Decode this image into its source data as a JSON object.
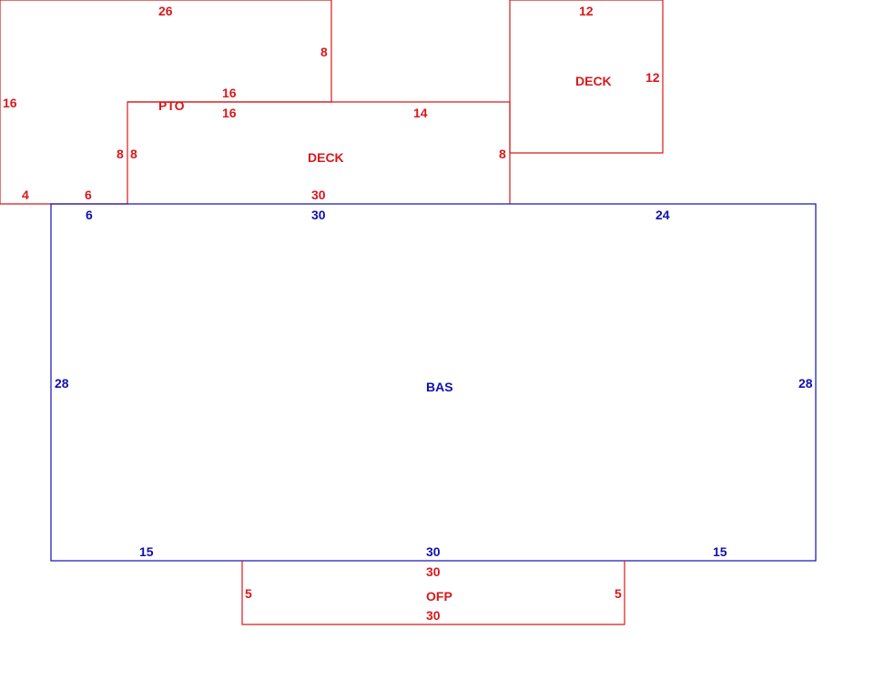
{
  "colors": {
    "addition": "#d7191c",
    "base": "#1010b0"
  },
  "areas": {
    "pto": {
      "name": "PTO",
      "dims": {
        "top": "26",
        "right": "8",
        "left": "16",
        "bottom_left": "4",
        "bottom_inner": "6",
        "inner_top": "16",
        "inner_right": "8"
      }
    },
    "deck_main": {
      "name": "DECK",
      "dims": {
        "top_left": "16",
        "top_right": "14",
        "left": "8",
        "right": "8",
        "bottom": "30"
      }
    },
    "deck_small": {
      "name": "DECK",
      "dims": {
        "top": "12",
        "right": "12"
      }
    },
    "bas": {
      "name": "BAS",
      "dims": {
        "top_left": "6",
        "top_mid": "30",
        "top_right": "24",
        "left": "28",
        "right": "28",
        "bottom_left": "15",
        "bottom_mid": "30",
        "bottom_right": "15"
      }
    },
    "ofp": {
      "name": "OFP",
      "dims": {
        "top": "30",
        "bottom": "30",
        "left": "5",
        "right": "5"
      }
    }
  }
}
